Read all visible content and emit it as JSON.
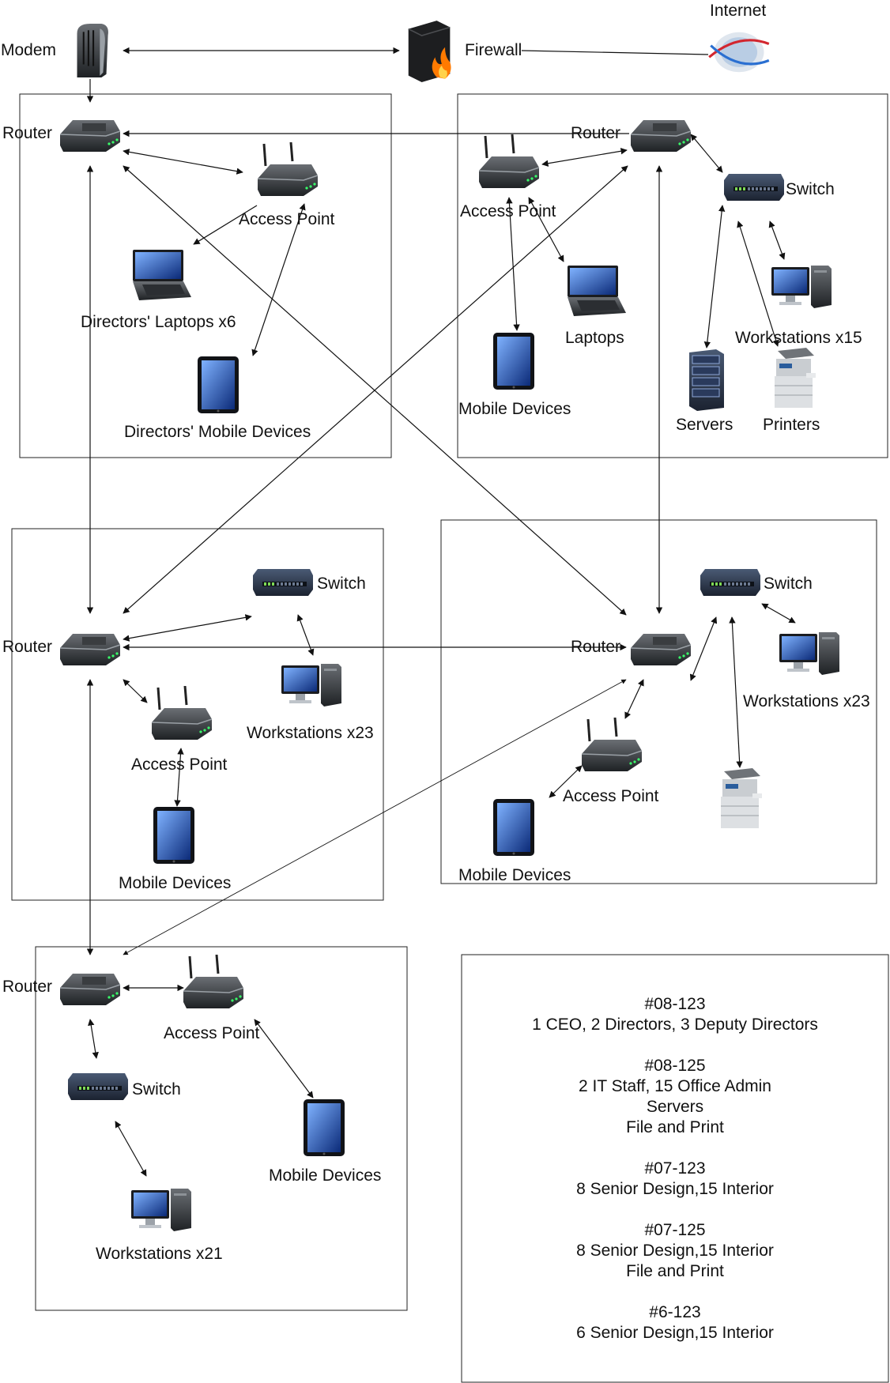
{
  "nodes": {
    "modem": "Modem",
    "firewall": "Firewall",
    "internet": "Internet",
    "router": "Router",
    "access_point": "Access Point",
    "switch": "Switch"
  },
  "office_1": {
    "laptops": "Directors' Laptops x6",
    "mobile": "Directors' Mobile Devices"
  },
  "office_2": {
    "laptops": "Laptops",
    "mobile": "Mobile Devices",
    "workstations": "Workstations x15",
    "servers": "Servers",
    "printers": "Printers"
  },
  "office_3": {
    "workstations": "Workstations x23",
    "mobile": "Mobile Devices"
  },
  "office_4": {
    "workstations": "Workstations x23",
    "mobile": "Mobile Devices"
  },
  "office_5": {
    "workstations": "Workstations x21",
    "mobile": "Mobile Devices"
  },
  "legend": [
    {
      "lines": [
        "#08-123",
        "1 CEO, 2 Directors, 3 Deputy Directors"
      ]
    },
    {
      "lines": [
        "#08-125",
        "2 IT Staff, 15 Office Admin",
        "Servers",
        "File and Print"
      ]
    },
    {
      "lines": [
        "#07-123",
        "8 Senior Design,15 Interior"
      ]
    },
    {
      "lines": [
        "#07-125",
        "8 Senior Design,15 Interior",
        "File and Print"
      ]
    },
    {
      "lines": [
        "#6-123",
        "6 Senior Design,15 Interior"
      ]
    }
  ]
}
